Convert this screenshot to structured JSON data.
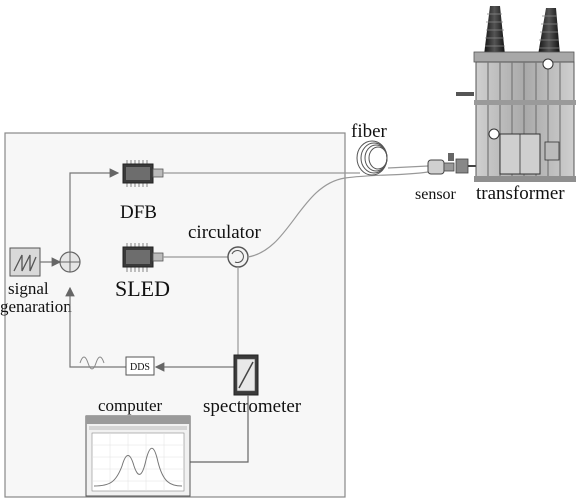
{
  "labels": {
    "dfb": "DFB",
    "sled": "SLED",
    "circulator": "circulator",
    "fiber": "fiber",
    "sensor": "sensor",
    "transformer": "transformer",
    "signal_line1": "signal",
    "signal_line2": "genaration",
    "dds": "DDS",
    "spectrometer": "spectrometer",
    "computer": "computer"
  },
  "colors": {
    "panel_fill": "#f7f7f7",
    "panel_border": "#888888",
    "line": "#7a7a7a",
    "device_dark": "#3a3a3a",
    "transformer_body": "#bdbdbd"
  }
}
